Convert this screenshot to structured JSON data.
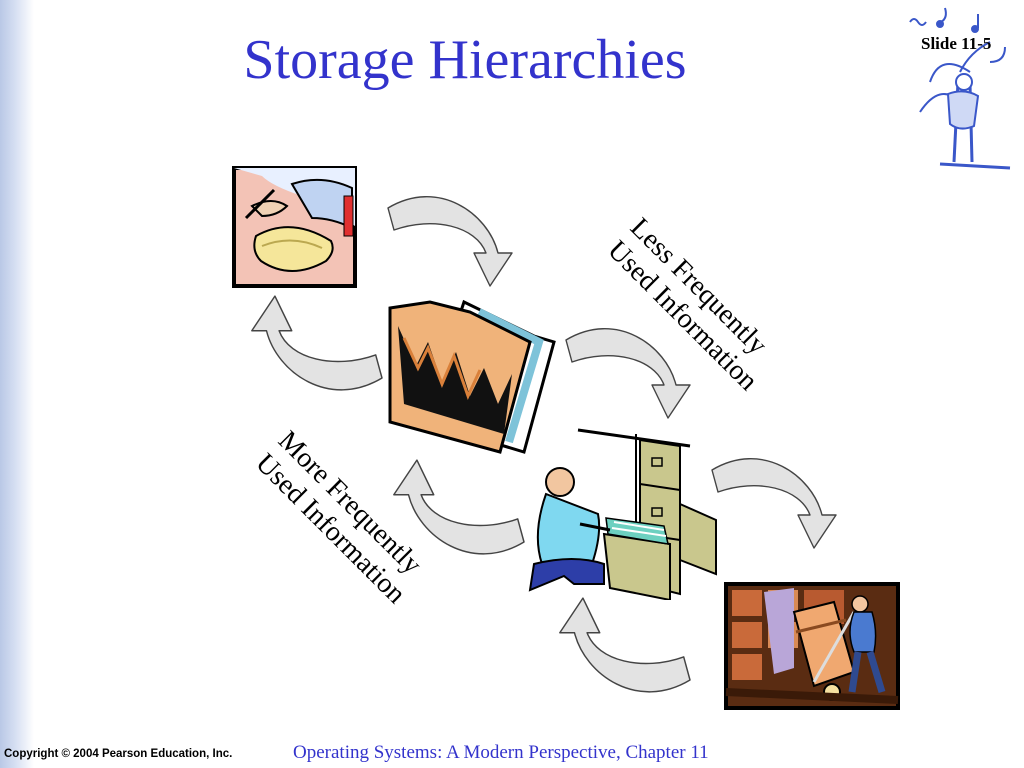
{
  "slide": {
    "title": "Storage Hierarchies",
    "number_label": "Slide 11-5"
  },
  "labels": {
    "less_line1": "Less Frequently",
    "less_line2": "Used Information",
    "more_line1": "More Frequently",
    "more_line2": "Used Information"
  },
  "footer": {
    "copyright": "Copyright © 2004 Pearson Education, Inc.",
    "course": "Operating Systems: A Modern Perspective, Chapter 11"
  },
  "colors": {
    "title": "#3333cc",
    "arrow_fill": "#e3e3e3",
    "arrow_stroke": "#444444"
  }
}
